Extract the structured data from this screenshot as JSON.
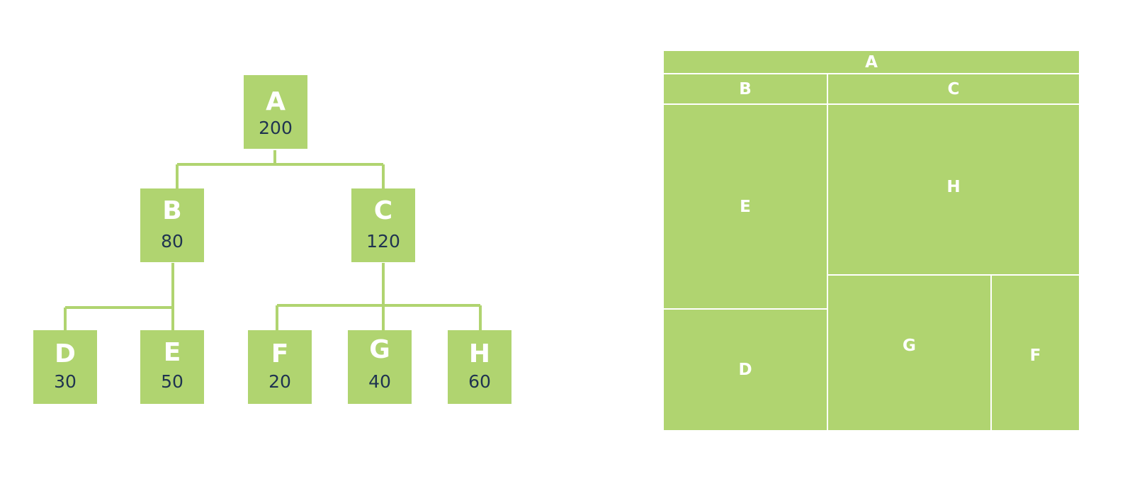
{
  "colors": {
    "fill": "#b0d470",
    "value_text": "#1f3350",
    "label_text": "#ffffff"
  },
  "tree": {
    "nodes": [
      {
        "id": "A",
        "label": "A",
        "value": "200"
      },
      {
        "id": "B",
        "label": "B",
        "value": "80"
      },
      {
        "id": "C",
        "label": "C",
        "value": "120"
      },
      {
        "id": "D",
        "label": "D",
        "value": "30"
      },
      {
        "id": "E",
        "label": "E",
        "value": "50"
      },
      {
        "id": "F",
        "label": "F",
        "value": "20"
      },
      {
        "id": "G",
        "label": "G",
        "value": "40"
      },
      {
        "id": "H",
        "label": "H",
        "value": "60"
      }
    ],
    "edges": [
      [
        "A",
        "B"
      ],
      [
        "A",
        "C"
      ],
      [
        "B",
        "D"
      ],
      [
        "B",
        "E"
      ],
      [
        "C",
        "F"
      ],
      [
        "C",
        "G"
      ],
      [
        "C",
        "H"
      ]
    ]
  },
  "treemap": {
    "root_label": "A",
    "groups": [
      {
        "label": "B",
        "children": [
          "E",
          "D"
        ]
      },
      {
        "label": "C",
        "children": [
          "H",
          "G",
          "F"
        ]
      }
    ]
  }
}
